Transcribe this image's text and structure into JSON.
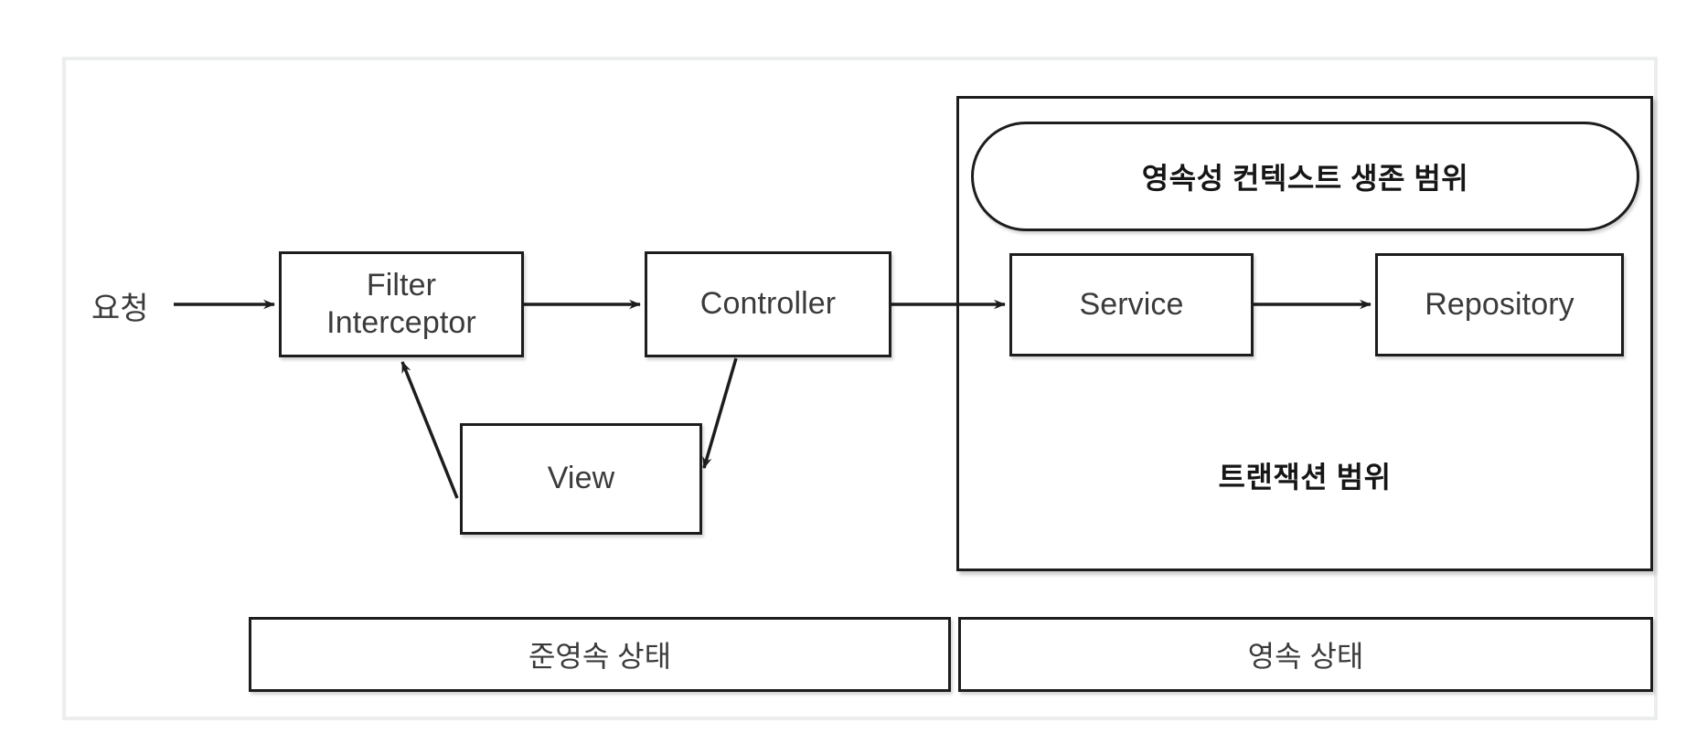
{
  "diagram": {
    "title": "Spring MVC persistence context / transaction scope diagram",
    "entry_label": "요청",
    "nodes": {
      "filter": {
        "line1": "Filter",
        "line2": "Interceptor"
      },
      "controller": {
        "label": "Controller"
      },
      "view": {
        "label": "View"
      },
      "service": {
        "label": "Service"
      },
      "repository": {
        "label": "Repository"
      }
    },
    "scopes": {
      "persistence_context": "영속성 컨텍스트 생존 범위",
      "transaction": "트랜잭션 범위"
    },
    "states": {
      "detached": "준영속 상태",
      "managed": "영속 상태"
    },
    "colors": {
      "stroke": "#1d1d1d",
      "text": "#3b3b3b",
      "bold_text": "#161616",
      "frame": "#eceded",
      "background": "#ffffff"
    },
    "edges": [
      {
        "name": "request-to-filter",
        "from": "요청",
        "to": "Filter Interceptor"
      },
      {
        "name": "filter-to-controller",
        "from": "Filter Interceptor",
        "to": "Controller"
      },
      {
        "name": "controller-to-service",
        "from": "Controller",
        "to": "Service"
      },
      {
        "name": "service-to-repository",
        "from": "Service",
        "to": "Repository"
      },
      {
        "name": "controller-to-view",
        "from": "Controller",
        "to": "View"
      },
      {
        "name": "view-to-filter",
        "from": "View",
        "to": "Filter Interceptor"
      }
    ]
  }
}
